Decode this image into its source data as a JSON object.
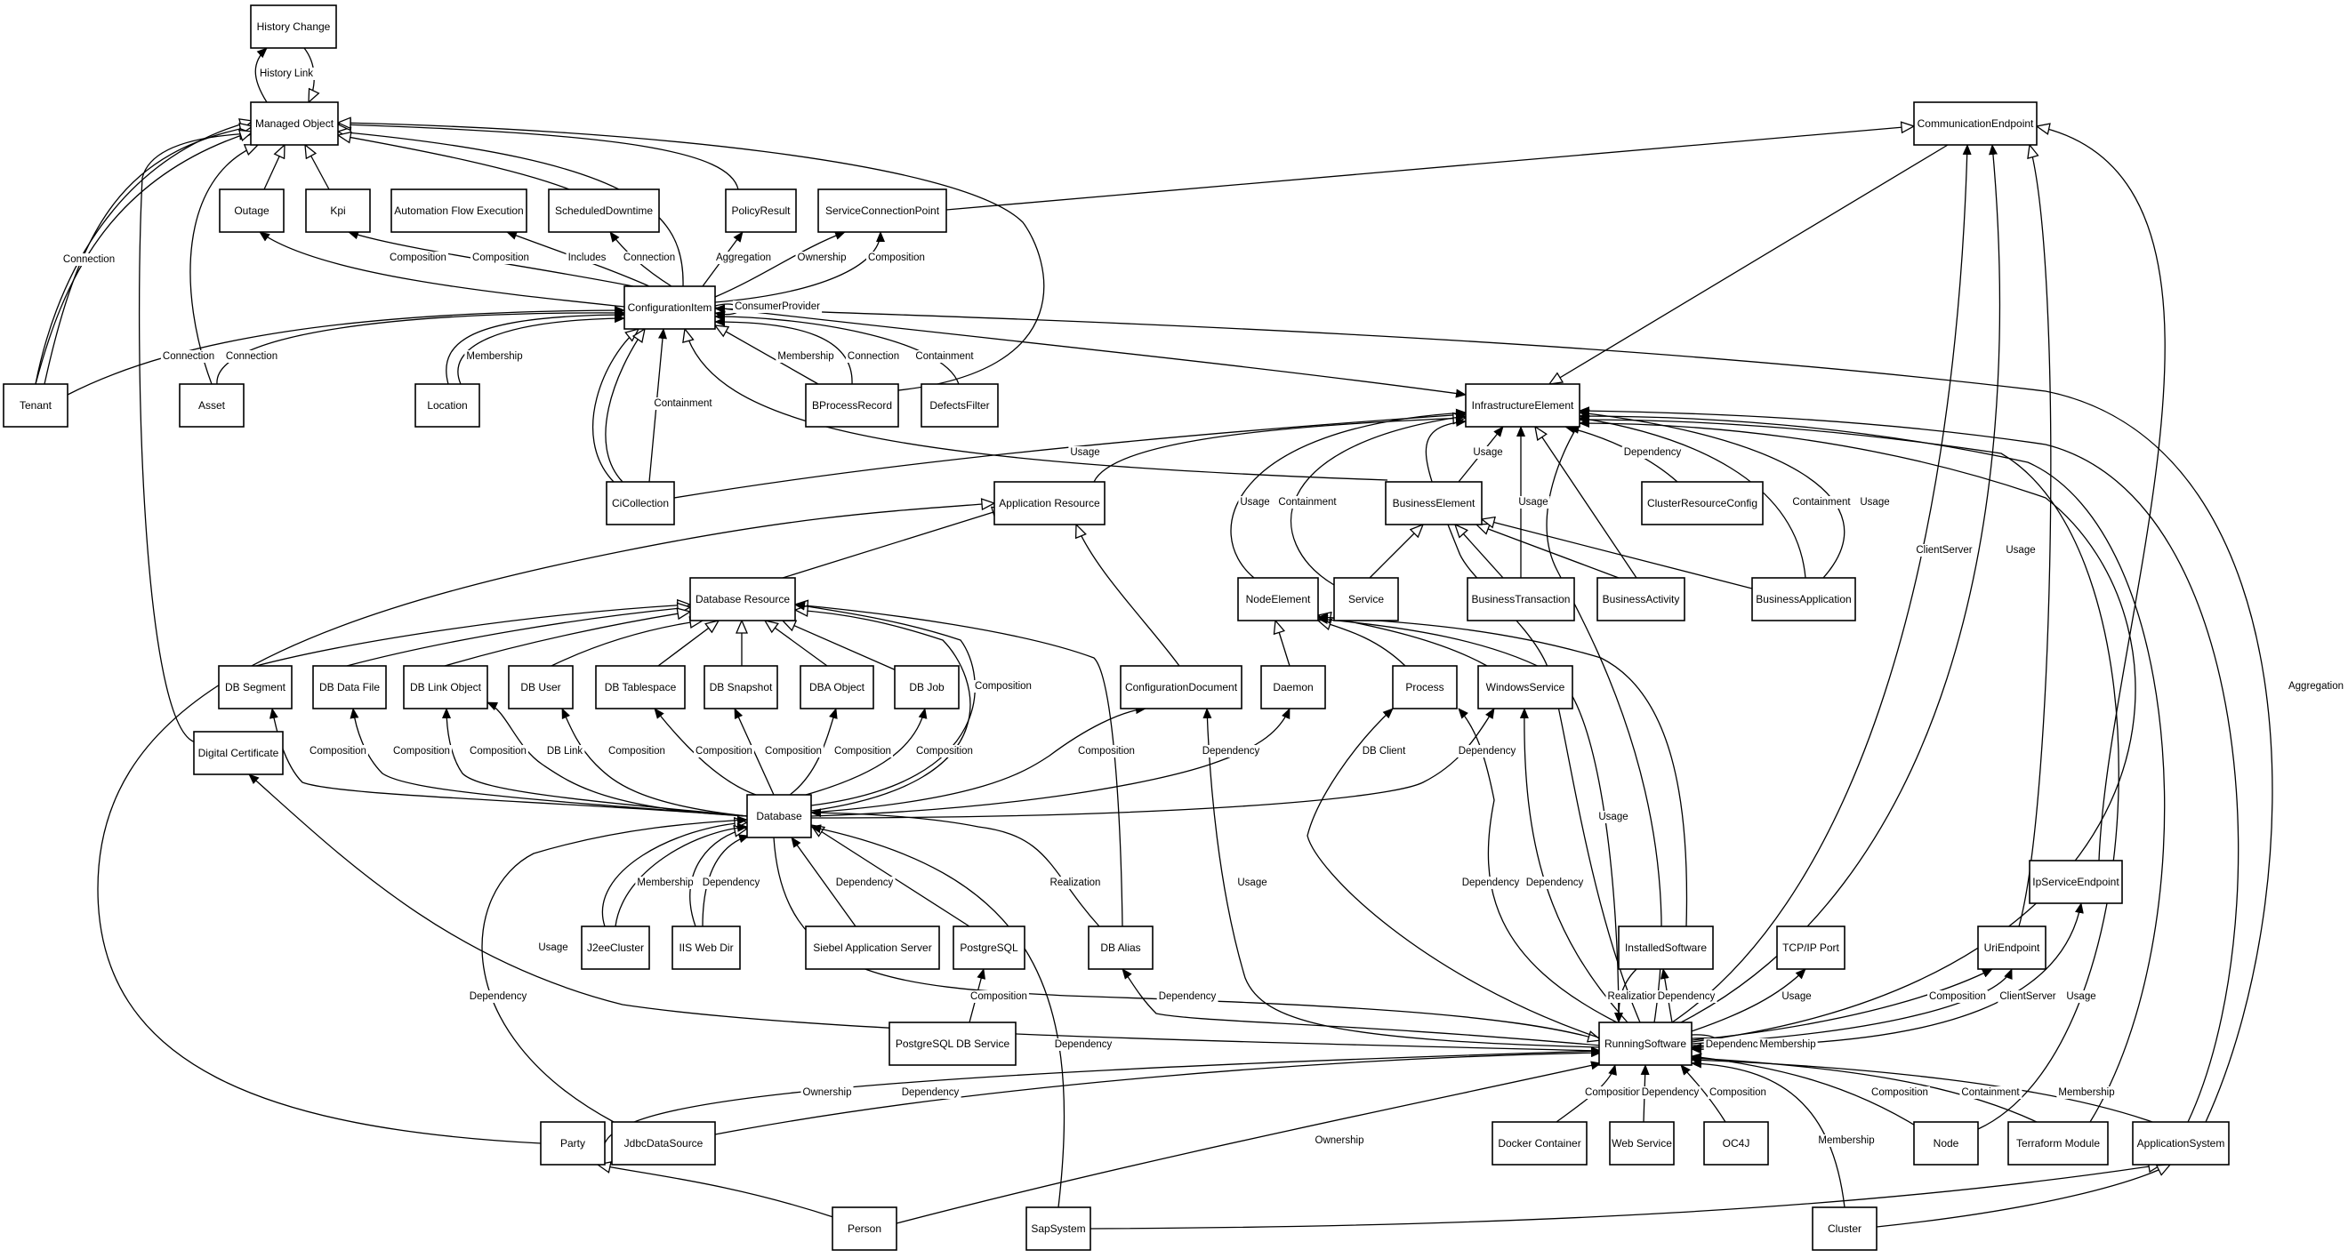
{
  "diagram": {
    "highlight_color": "#dcdcf5",
    "line_color": "#000000",
    "nodes": [
      {
        "id": "history_change",
        "label": "History Change"
      },
      {
        "id": "managed_object",
        "label": "Managed Object"
      },
      {
        "id": "outage",
        "label": "Outage"
      },
      {
        "id": "kpi",
        "label": "Kpi"
      },
      {
        "id": "automation_flow_execution",
        "label": "Automation Flow Execution"
      },
      {
        "id": "scheduled_downtime",
        "label": "ScheduledDowntime"
      },
      {
        "id": "policy_result",
        "label": "PolicyResult"
      },
      {
        "id": "service_connection_point",
        "label": "ServiceConnectionPoint"
      },
      {
        "id": "communication_endpoint",
        "label": "CommunicationEndpoint"
      },
      {
        "id": "configuration_item",
        "label": "ConfigurationItem"
      },
      {
        "id": "tenant",
        "label": "Tenant"
      },
      {
        "id": "asset",
        "label": "Asset"
      },
      {
        "id": "location",
        "label": "Location"
      },
      {
        "id": "bprocess_record",
        "label": "BProcessRecord"
      },
      {
        "id": "defects_filter",
        "label": "DefectsFilter"
      },
      {
        "id": "infrastructure_element",
        "label": "InfrastructureElement"
      },
      {
        "id": "ci_collection",
        "label": "CiCollection"
      },
      {
        "id": "application_resource",
        "label": "Application Resource"
      },
      {
        "id": "business_element",
        "label": "BusinessElement"
      },
      {
        "id": "cluster_resource_config",
        "label": "ClusterResourceConfig"
      },
      {
        "id": "database_resource",
        "label": "Database Resource"
      },
      {
        "id": "node_element",
        "label": "NodeElement"
      },
      {
        "id": "service",
        "label": "Service"
      },
      {
        "id": "business_transaction",
        "label": "BusinessTransaction"
      },
      {
        "id": "business_activity",
        "label": "BusinessActivity"
      },
      {
        "id": "business_application",
        "label": "BusinessApplication"
      },
      {
        "id": "db_segment",
        "label": "DB Segment"
      },
      {
        "id": "db_data_file",
        "label": "DB Data File"
      },
      {
        "id": "db_link_object",
        "label": "DB Link Object"
      },
      {
        "id": "db_user",
        "label": "DB User"
      },
      {
        "id": "db_tablespace",
        "label": "DB Tablespace"
      },
      {
        "id": "db_snapshot",
        "label": "DB Snapshot"
      },
      {
        "id": "dba_object",
        "label": "DBA Object"
      },
      {
        "id": "db_job",
        "label": "DB Job"
      },
      {
        "id": "configuration_document",
        "label": "ConfigurationDocument"
      },
      {
        "id": "daemon",
        "label": "Daemon"
      },
      {
        "id": "process",
        "label": "Process"
      },
      {
        "id": "windows_service",
        "label": "WindowsService"
      },
      {
        "id": "digital_certificate",
        "label": "Digital Certificate"
      },
      {
        "id": "database",
        "label": "Database"
      },
      {
        "id": "ip_service_endpoint",
        "label": "IpServiceEndpoint"
      },
      {
        "id": "j2ee_cluster",
        "label": "J2eeCluster"
      },
      {
        "id": "iis_web_dir",
        "label": "IIS Web Dir"
      },
      {
        "id": "siebel_application_server",
        "label": "Siebel Application Server"
      },
      {
        "id": "postgresql",
        "label": "PostgreSQL",
        "highlight": true
      },
      {
        "id": "db_alias",
        "label": "DB Alias"
      },
      {
        "id": "installed_software",
        "label": "InstalledSoftware"
      },
      {
        "id": "tcpip_port",
        "label": "TCP/IP Port"
      },
      {
        "id": "uri_endpoint",
        "label": "UriEndpoint"
      },
      {
        "id": "postgresql_db_service",
        "label": "PostgreSQL DB Service"
      },
      {
        "id": "running_software",
        "label": "RunningSoftware"
      },
      {
        "id": "party",
        "label": "Party"
      },
      {
        "id": "jdbc_data_source",
        "label": "JdbcDataSource"
      },
      {
        "id": "docker_container",
        "label": "Docker Container"
      },
      {
        "id": "web_service",
        "label": "Web Service"
      },
      {
        "id": "oc4j",
        "label": "OC4J"
      },
      {
        "id": "node",
        "label": "Node"
      },
      {
        "id": "terraform_module",
        "label": "Terraform Module"
      },
      {
        "id": "application_system",
        "label": "ApplicationSystem"
      },
      {
        "id": "person",
        "label": "Person"
      },
      {
        "id": "sap_system",
        "label": "SapSystem"
      },
      {
        "id": "cluster",
        "label": "Cluster"
      }
    ],
    "edges": [
      {
        "id": "e01",
        "label": "History Link",
        "head": "arrow"
      },
      {
        "id": "e02",
        "label": "",
        "head": "triangle"
      },
      {
        "id": "e03",
        "label": "",
        "head": "triangle"
      },
      {
        "id": "e04",
        "label": "",
        "head": "triangle"
      },
      {
        "id": "e05",
        "label": "",
        "head": "triangle"
      },
      {
        "id": "e06",
        "label": "",
        "head": "triangle"
      },
      {
        "id": "e07",
        "label": "",
        "head": "triangle"
      },
      {
        "id": "e08",
        "label": "",
        "head": "triangle"
      },
      {
        "id": "e09",
        "label": "Connection",
        "head": "triangle"
      },
      {
        "id": "e10",
        "label": "",
        "head": "triangle"
      },
      {
        "id": "e11",
        "label": "",
        "head": "triangle"
      },
      {
        "id": "e12",
        "label": "",
        "head": "triangle"
      },
      {
        "id": "e13",
        "label": "",
        "head": "triangle"
      },
      {
        "id": "e14",
        "label": "Composition",
        "head": "arrow"
      },
      {
        "id": "e15",
        "label": "Composition",
        "head": "arrow"
      },
      {
        "id": "e16",
        "label": "Includes",
        "head": "arrow"
      },
      {
        "id": "e17",
        "label": "Connection",
        "head": "arrow"
      },
      {
        "id": "e18",
        "label": "Aggregation",
        "head": "arrow"
      },
      {
        "id": "e19",
        "label": "Ownership",
        "head": "arrow"
      },
      {
        "id": "e20",
        "label": "Composition",
        "head": "arrow"
      },
      {
        "id": "e21",
        "label": "",
        "head": "triangle"
      },
      {
        "id": "e22",
        "label": "Connection",
        "head": "arrow"
      },
      {
        "id": "e23",
        "label": "Connection",
        "head": "arrow"
      },
      {
        "id": "e24",
        "label": "Membership",
        "head": "arrow"
      },
      {
        "id": "e25",
        "label": "Membership",
        "head": "arrow"
      },
      {
        "id": "e26",
        "label": "Connection",
        "head": "arrow"
      },
      {
        "id": "e27",
        "label": "Containment",
        "head": "arrow"
      },
      {
        "id": "e28",
        "label": "Membership",
        "head": "triangle"
      },
      {
        "id": "e29",
        "label": "Containment",
        "head": "arrow"
      },
      {
        "id": "e30",
        "label": "ConsumerProvider",
        "head": "arrow"
      },
      {
        "id": "e31",
        "label": "",
        "head": "triangle"
      },
      {
        "id": "e32",
        "label": "",
        "head": "triangle"
      },
      {
        "id": "e33",
        "label": "Aggregation",
        "head": "arrow"
      },
      {
        "id": "e34",
        "label": "Usage",
        "head": "arrow"
      },
      {
        "id": "e35",
        "label": "",
        "head": "triangle"
      },
      {
        "id": "e36",
        "label": "Usage",
        "head": "arrow"
      },
      {
        "id": "e37",
        "label": "",
        "head": "triangle"
      },
      {
        "id": "e38",
        "label": "Dependency",
        "head": "arrow"
      },
      {
        "id": "e39",
        "label": "",
        "head": "triangle"
      },
      {
        "id": "e40",
        "label": "Usage",
        "head": "arrow"
      },
      {
        "id": "e41",
        "label": "Containment",
        "head": "arrow"
      },
      {
        "id": "e42",
        "label": "Usage",
        "head": "arrow"
      },
      {
        "id": "e43",
        "label": "Usage",
        "head": "arrow"
      },
      {
        "id": "e44",
        "label": "Containment",
        "head": "arrow"
      },
      {
        "id": "e45",
        "label": "Usage",
        "head": "arrow"
      },
      {
        "id": "e46",
        "label": "",
        "head": "triangle"
      },
      {
        "id": "e47",
        "label": "",
        "head": "triangle"
      },
      {
        "id": "e48",
        "label": "",
        "head": "triangle"
      },
      {
        "id": "e49",
        "label": "",
        "head": "triangle"
      },
      {
        "id": "e50",
        "label": "",
        "head": "triangle"
      },
      {
        "id": "e51",
        "label": "",
        "head": "triangle"
      },
      {
        "id": "e52",
        "label": "",
        "head": "triangle"
      },
      {
        "id": "e53",
        "label": "",
        "head": "triangle"
      },
      {
        "id": "e54",
        "label": "",
        "head": "triangle"
      },
      {
        "id": "e55",
        "label": "",
        "head": "triangle"
      },
      {
        "id": "e56",
        "label": "",
        "head": "triangle"
      },
      {
        "id": "e57",
        "label": "",
        "head": "triangle"
      },
      {
        "id": "e58",
        "label": "",
        "head": "triangle"
      },
      {
        "id": "e59",
        "label": "",
        "head": "triangle"
      },
      {
        "id": "e60",
        "label": "",
        "head": "triangle"
      },
      {
        "id": "e61",
        "label": "",
        "head": "triangle"
      },
      {
        "id": "e62",
        "label": "",
        "head": "triangle"
      },
      {
        "id": "e63",
        "label": "",
        "head": "triangle"
      },
      {
        "id": "e64",
        "label": "",
        "head": "triangle"
      },
      {
        "id": "e65",
        "label": "",
        "head": "triangle"
      },
      {
        "id": "e66",
        "label": "",
        "head": "triangle"
      },
      {
        "id": "e67",
        "label": "",
        "head": "triangle"
      },
      {
        "id": "e68",
        "label": "",
        "head": "triangle"
      },
      {
        "id": "e69",
        "label": "Composition",
        "head": "arrow"
      },
      {
        "id": "e70",
        "label": "Composition",
        "head": "arrow"
      },
      {
        "id": "e71",
        "label": "Composition",
        "head": "arrow"
      },
      {
        "id": "e72",
        "label": "DB Link",
        "head": "arrow"
      },
      {
        "id": "e73",
        "label": "Composition",
        "head": "arrow"
      },
      {
        "id": "e74",
        "label": "Composition",
        "head": "arrow"
      },
      {
        "id": "e75",
        "label": "Composition",
        "head": "arrow"
      },
      {
        "id": "e76",
        "label": "Composition",
        "head": "arrow"
      },
      {
        "id": "e77",
        "label": "Composition",
        "head": "arrow"
      },
      {
        "id": "e78",
        "label": "Composition",
        "head": "arrow"
      },
      {
        "id": "e79",
        "label": "Composition",
        "head": "arrow"
      },
      {
        "id": "e80",
        "label": "Dependency",
        "head": "arrow"
      },
      {
        "id": "e81",
        "label": "Membership",
        "head": "arrow"
      },
      {
        "id": "e82",
        "label": "Dependency",
        "head": "arrow"
      },
      {
        "id": "e83",
        "label": "Dependency",
        "head": "arrow"
      },
      {
        "id": "e84",
        "label": "Realization",
        "head": "arrow"
      },
      {
        "id": "e85",
        "label": "Dependency",
        "head": "arrow"
      },
      {
        "id": "e86",
        "label": "Dependency",
        "head": "arrow"
      },
      {
        "id": "e87",
        "label": "",
        "head": "triangle"
      },
      {
        "id": "e88",
        "label": "Composition",
        "head": "arrow"
      },
      {
        "id": "e89",
        "label": "Dependency",
        "head": "arrow"
      },
      {
        "id": "e90",
        "label": "Usage",
        "head": "arrow"
      },
      {
        "id": "e91",
        "label": "Usage",
        "head": "arrow"
      },
      {
        "id": "e92",
        "label": "DB Client",
        "head": "arrow"
      },
      {
        "id": "e93",
        "label": "Dependency",
        "head": "arrow"
      },
      {
        "id": "e94",
        "label": "Dependency",
        "head": "arrow"
      },
      {
        "id": "e95",
        "label": "Dependency",
        "head": "arrow"
      },
      {
        "id": "e96",
        "label": "Usage",
        "head": "arrow"
      },
      {
        "id": "e97",
        "label": "Realization",
        "head": "arrow"
      },
      {
        "id": "e98",
        "label": "Dependency",
        "head": "arrow"
      },
      {
        "id": "e99",
        "label": "Usage",
        "head": "arrow"
      },
      {
        "id": "e100",
        "label": "Composition",
        "head": "arrow"
      },
      {
        "id": "e101",
        "label": "ClientServer",
        "head": "arrow"
      },
      {
        "id": "e102",
        "label": "Usage",
        "head": "arrow"
      },
      {
        "id": "e103",
        "label": "ClientServer",
        "head": "arrow"
      },
      {
        "id": "e104",
        "label": "Usage",
        "head": "arrow"
      },
      {
        "id": "e105",
        "label": "",
        "head": "triangle"
      },
      {
        "id": "e106",
        "label": "",
        "head": "triangle"
      },
      {
        "id": "e107",
        "label": "Dependency",
        "head": "arrow"
      },
      {
        "id": "e108",
        "label": "Membership",
        "head": "arrow"
      },
      {
        "id": "e109",
        "label": "Ownership",
        "head": "arrow"
      },
      {
        "id": "e110",
        "label": "Dependency",
        "head": "arrow"
      },
      {
        "id": "e111",
        "label": "Composition",
        "head": "arrow"
      },
      {
        "id": "e112",
        "label": "Dependency",
        "head": "arrow"
      },
      {
        "id": "e113",
        "label": "Composition",
        "head": "arrow"
      },
      {
        "id": "e114",
        "label": "Composition",
        "head": "arrow"
      },
      {
        "id": "e115",
        "label": "Containment",
        "head": "arrow"
      },
      {
        "id": "e116",
        "label": "Membership",
        "head": "arrow"
      },
      {
        "id": "e117",
        "label": "Membership",
        "head": "arrow"
      },
      {
        "id": "e118",
        "label": "Ownership",
        "head": "arrow"
      },
      {
        "id": "e119",
        "label": "",
        "head": "triangle"
      },
      {
        "id": "e120",
        "label": "",
        "head": "triangle"
      },
      {
        "id": "e121",
        "label": "",
        "head": "triangle"
      },
      {
        "id": "e122",
        "label": "Dependency",
        "head": "arrow"
      },
      {
        "id": "e123",
        "label": "",
        "head": "triangle"
      }
    ]
  }
}
